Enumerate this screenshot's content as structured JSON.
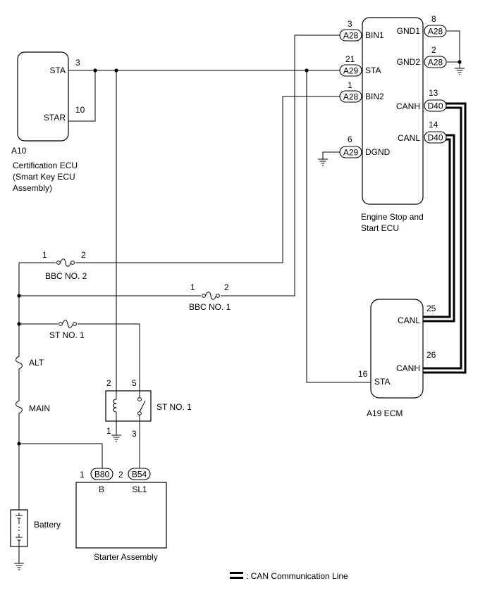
{
  "cert_ecu": {
    "ref": "A10",
    "name_lines": [
      "Certification ECU",
      "(Smart Key ECU",
      "Assembly)"
    ],
    "pins": [
      {
        "label": "STA",
        "num": "3"
      },
      {
        "label": "STAR",
        "num": "10"
      }
    ]
  },
  "engine_stop_ecu": {
    "name_lines": [
      "Engine Stop and",
      "Start ECU"
    ],
    "left_pins": [
      {
        "label": "BIN1",
        "num": "3",
        "connector": "A28"
      },
      {
        "label": "STA",
        "num": "21",
        "connector": "A29"
      },
      {
        "label": "BIN2",
        "num": "1",
        "connector": "A28"
      },
      {
        "label": "DGND",
        "num": "6",
        "connector": "A29"
      }
    ],
    "right_pins": [
      {
        "label": "GND1",
        "num": "8",
        "connector": "A28"
      },
      {
        "label": "GND2",
        "num": "2",
        "connector": "A28"
      },
      {
        "label": "CANH",
        "num": "13",
        "connector": "D40"
      },
      {
        "label": "CANL",
        "num": "14",
        "connector": "D40"
      }
    ]
  },
  "ecm": {
    "name": "A19 ECM",
    "pins": [
      {
        "label": "CANL",
        "num": "25"
      },
      {
        "label": "CANH",
        "num": "26"
      },
      {
        "label": "STA",
        "num": "16"
      }
    ]
  },
  "fuses": [
    {
      "name": "BBC NO. 2",
      "pin_a": "1",
      "pin_b": "2"
    },
    {
      "name": "BBC NO. 1",
      "pin_a": "1",
      "pin_b": "2"
    },
    {
      "name": "ST NO. 1"
    },
    {
      "name": "ALT"
    },
    {
      "name": "MAIN"
    }
  ],
  "relay": {
    "name": "ST NO. 1",
    "pins": [
      "2",
      "5",
      "1",
      "3"
    ]
  },
  "battery": {
    "name": "Battery"
  },
  "starter": {
    "name": "Starter Assembly",
    "pins": [
      {
        "label": "B",
        "num": "1",
        "connector": "B80"
      },
      {
        "label": "SL1",
        "num": "2",
        "connector": "B54"
      }
    ]
  },
  "legend": {
    "text": ": CAN Communication Line"
  }
}
